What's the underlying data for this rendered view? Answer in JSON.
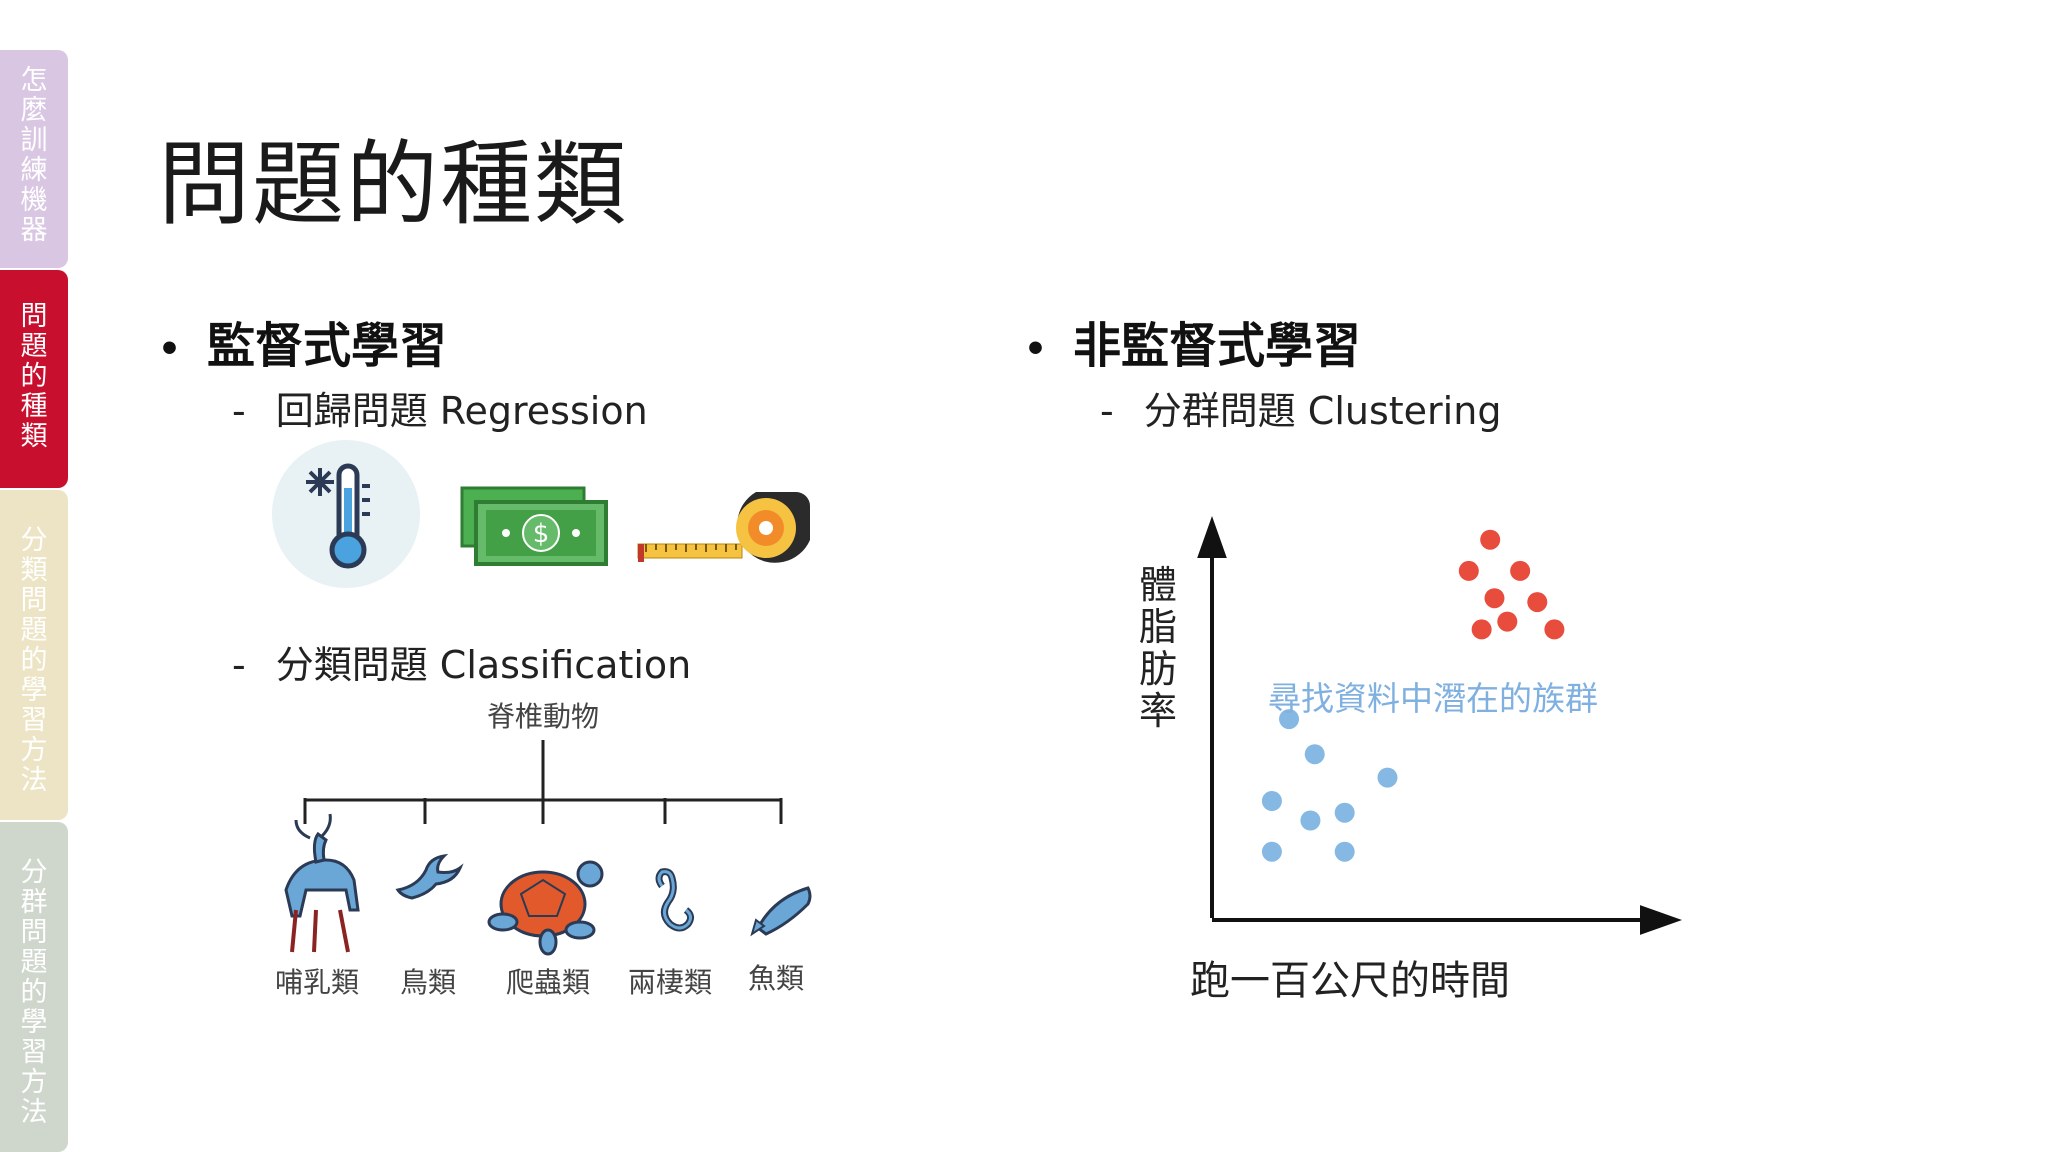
{
  "side_tabs": [
    {
      "label": "怎麼訓練機器",
      "color": "#d8c6e2"
    },
    {
      "label": "問題的種類",
      "color": "#c8102e"
    },
    {
      "label": "分類問題的學習方法",
      "color": "#ece4c4"
    },
    {
      "label": "分群問題的學習方法",
      "color": "#cfd6cc"
    }
  ],
  "title": "問題的種類",
  "left": {
    "bullet": "監督式學習",
    "regression": "回歸問題 Regression",
    "classification": "分類問題 Classification",
    "regression_icons": [
      "thermometer-icon",
      "money-icon",
      "tape-measure-icon"
    ],
    "tree": {
      "root": "脊椎動物",
      "leaves": [
        "哺乳類",
        "鳥類",
        "爬蟲類",
        "兩棲類",
        "魚類"
      ]
    }
  },
  "right": {
    "bullet": "非監督式學習",
    "clustering": "分群問題 Clustering",
    "plot": {
      "ylabel": "體脂肪率",
      "xlabel": "跑一百公尺的時間",
      "annotation": "尋找資料中潛在的族群"
    }
  },
  "chart_data": {
    "type": "scatter",
    "title": "",
    "xlabel": "跑一百公尺的時間",
    "ylabel": "體脂肪率",
    "annotation": "尋找資料中潛在的族群",
    "xlim": [
      0,
      100
    ],
    "ylim": [
      0,
      100
    ],
    "grid": false,
    "series": [
      {
        "color": "#e74c3c",
        "points": [
          [
            65,
            97
          ],
          [
            60,
            89
          ],
          [
            72,
            89
          ],
          [
            66,
            82
          ],
          [
            76,
            81
          ],
          [
            63,
            74
          ],
          [
            69,
            76
          ],
          [
            80,
            74
          ]
        ]
      },
      {
        "color": "#85b8e3",
        "points": [
          [
            18,
            51
          ],
          [
            24,
            42
          ],
          [
            14,
            30
          ],
          [
            23,
            25
          ],
          [
            31,
            27
          ],
          [
            41,
            36
          ],
          [
            14,
            17
          ],
          [
            31,
            17
          ]
        ]
      }
    ]
  }
}
